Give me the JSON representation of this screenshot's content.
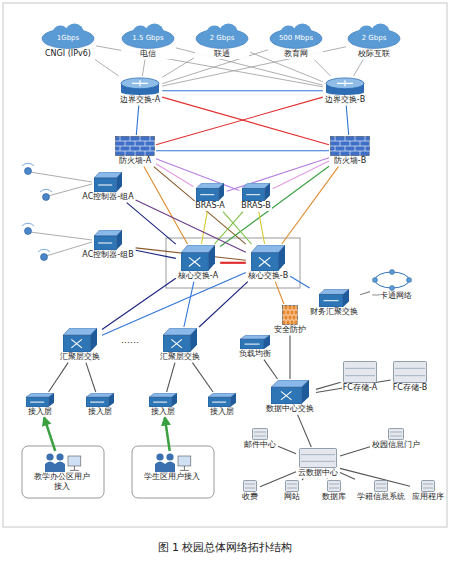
{
  "diagram": {
    "caption": "图 1 校园总体网络拓扑结构",
    "nodes": [
      {
        "text": [
          "1Gbps",
          "CNGI (IPv6)"
        ]
      },
      {
        "text": [
          "1.5 Gbps",
          "电信"
        ]
      },
      {
        "text": [
          "2 Gbps",
          "联通"
        ]
      },
      {
        "text": [
          "500 Mbps",
          "教育网"
        ]
      },
      {
        "text": [
          "2 Gbps",
          "校际互联"
        ]
      },
      {
        "text": [
          "边界交换-A"
        ]
      },
      {
        "text": [
          "边界交换-B"
        ]
      },
      {
        "text": [
          "防火墙-A"
        ]
      },
      {
        "text": [
          "防火墙-B"
        ]
      },
      {
        "text": [
          "AC控制器-组A"
        ]
      },
      {
        "text": [
          "AC控制器-组B"
        ]
      },
      {
        "text": [
          "BRAS-A"
        ]
      },
      {
        "text": [
          "BRAS-B"
        ]
      },
      {
        "text": [
          "核心交换-A"
        ]
      },
      {
        "text": [
          "核心交换-B"
        ]
      },
      {
        "text": [
          "一卡通网络"
        ]
      },
      {
        "text": [
          "财务汇聚交换"
        ]
      },
      {
        "text": [
          "汇聚层交换"
        ]
      },
      {
        "text": [
          "汇聚层交换"
        ]
      },
      {
        "text": [
          "接入层"
        ]
      },
      {
        "text": [
          "接入层"
        ]
      },
      {
        "text": [
          "接入层"
        ]
      },
      {
        "text": [
          "接入层"
        ]
      },
      {
        "text": [
          "安全防护"
        ]
      },
      {
        "text": [
          "负载均衡"
        ]
      },
      {
        "text": [
          "数据中心交换"
        ]
      },
      {
        "text": [
          "FC存储-A"
        ]
      },
      {
        "text": [
          "FC存储-B"
        ]
      },
      {
        "text": [
          "云数据中心"
        ]
      },
      {
        "text": [
          "邮件中心"
        ]
      },
      {
        "text": [
          "校园信息门户"
        ]
      },
      {
        "text": [
          "收费"
        ]
      },
      {
        "text": [
          "网站"
        ]
      },
      {
        "text": [
          "数据库"
        ]
      },
      {
        "text": [
          "学籍信息系统"
        ]
      },
      {
        "text": [
          "应用程序"
        ]
      },
      {
        "text": [
          "教学办公区用户接入"
        ]
      },
      {
        "text": [
          "学生区用户接入"
        ]
      }
    ],
    "edges": [
      {
        "from": 0,
        "to": 5,
        "arrow": "none"
      },
      {
        "from": 0,
        "to": 6,
        "arrow": "none"
      },
      {
        "from": 1,
        "to": 5,
        "arrow": "none"
      },
      {
        "from": 1,
        "to": 6,
        "arrow": "none"
      },
      {
        "from": 2,
        "to": 5,
        "arrow": "none"
      },
      {
        "from": 2,
        "to": 6,
        "arrow": "none"
      },
      {
        "from": 3,
        "to": 5,
        "arrow": "none"
      },
      {
        "from": 3,
        "to": 6,
        "arrow": "none"
      },
      {
        "from": 4,
        "to": 5,
        "arrow": "none"
      },
      {
        "from": 4,
        "to": 6,
        "arrow": "none"
      },
      {
        "from": 5,
        "to": 6,
        "arrow": "none"
      },
      {
        "from": 5,
        "to": 7,
        "arrow": "none"
      },
      {
        "from": 5,
        "to": 8,
        "arrow": "none"
      },
      {
        "from": 6,
        "to": 7,
        "arrow": "none"
      },
      {
        "from": 6,
        "to": 8,
        "arrow": "none"
      },
      {
        "from": 7,
        "to": 8,
        "arrow": "none"
      },
      {
        "from": 7,
        "to": 11,
        "arrow": "none"
      },
      {
        "from": 7,
        "to": 12,
        "arrow": "none"
      },
      {
        "from": 8,
        "to": 11,
        "arrow": "none"
      },
      {
        "from": 8,
        "to": 12,
        "arrow": "none"
      },
      {
        "from": 7,
        "to": 13,
        "arrow": "none"
      },
      {
        "from": 7,
        "to": 14,
        "arrow": "none"
      },
      {
        "from": 8,
        "to": 13,
        "arrow": "none"
      },
      {
        "from": 8,
        "to": 14,
        "arrow": "none"
      },
      {
        "from": 13,
        "to": 14,
        "arrow": "none"
      },
      {
        "from": 11,
        "to": 13,
        "arrow": "none"
      },
      {
        "from": 11,
        "to": 14,
        "arrow": "none"
      },
      {
        "from": 12,
        "to": 13,
        "arrow": "none"
      },
      {
        "from": 12,
        "to": 14,
        "arrow": "none"
      },
      {
        "from": 9,
        "to": 13,
        "arrow": "none"
      },
      {
        "from": 9,
        "to": 14,
        "arrow": "none"
      },
      {
        "from": 10,
        "to": 13,
        "arrow": "none"
      },
      {
        "from": 10,
        "to": 14,
        "arrow": "none"
      },
      {
        "from": 13,
        "to": 17,
        "arrow": "none"
      },
      {
        "from": 13,
        "to": 18,
        "arrow": "none"
      },
      {
        "from": 14,
        "to": 17,
        "arrow": "none"
      },
      {
        "from": 14,
        "to": 18,
        "arrow": "none"
      },
      {
        "from": 14,
        "to": 16,
        "arrow": "none"
      },
      {
        "from": 16,
        "to": 15,
        "arrow": "none"
      },
      {
        "from": 14,
        "to": 23,
        "arrow": "none"
      },
      {
        "from": 23,
        "to": 25,
        "arrow": "none"
      },
      {
        "from": 24,
        "to": 25,
        "arrow": "none"
      },
      {
        "from": 25,
        "to": 26,
        "arrow": "none"
      },
      {
        "from": 25,
        "to": 27,
        "arrow": "none"
      },
      {
        "from": 25,
        "to": 28,
        "arrow": "none"
      },
      {
        "from": 17,
        "to": 19,
        "arrow": "none"
      },
      {
        "from": 17,
        "to": 20,
        "arrow": "none"
      },
      {
        "from": 18,
        "to": 21,
        "arrow": "none"
      },
      {
        "from": 18,
        "to": 22,
        "arrow": "none"
      },
      {
        "from": 28,
        "to": 29,
        "arrow": "none"
      },
      {
        "from": 28,
        "to": 30,
        "arrow": "none"
      },
      {
        "from": 28,
        "to": 31,
        "arrow": "none"
      },
      {
        "from": 28,
        "to": 32,
        "arrow": "none"
      },
      {
        "from": 28,
        "to": 33,
        "arrow": "none"
      },
      {
        "from": 28,
        "to": 34,
        "arrow": "none"
      },
      {
        "from": 28,
        "to": 35,
        "arrow": "none"
      },
      {
        "from": 36,
        "to": 19,
        "arrow": "to"
      },
      {
        "from": 37,
        "to": 21,
        "arrow": "to"
      }
    ],
    "labels": [
      "……"
    ]
  }
}
